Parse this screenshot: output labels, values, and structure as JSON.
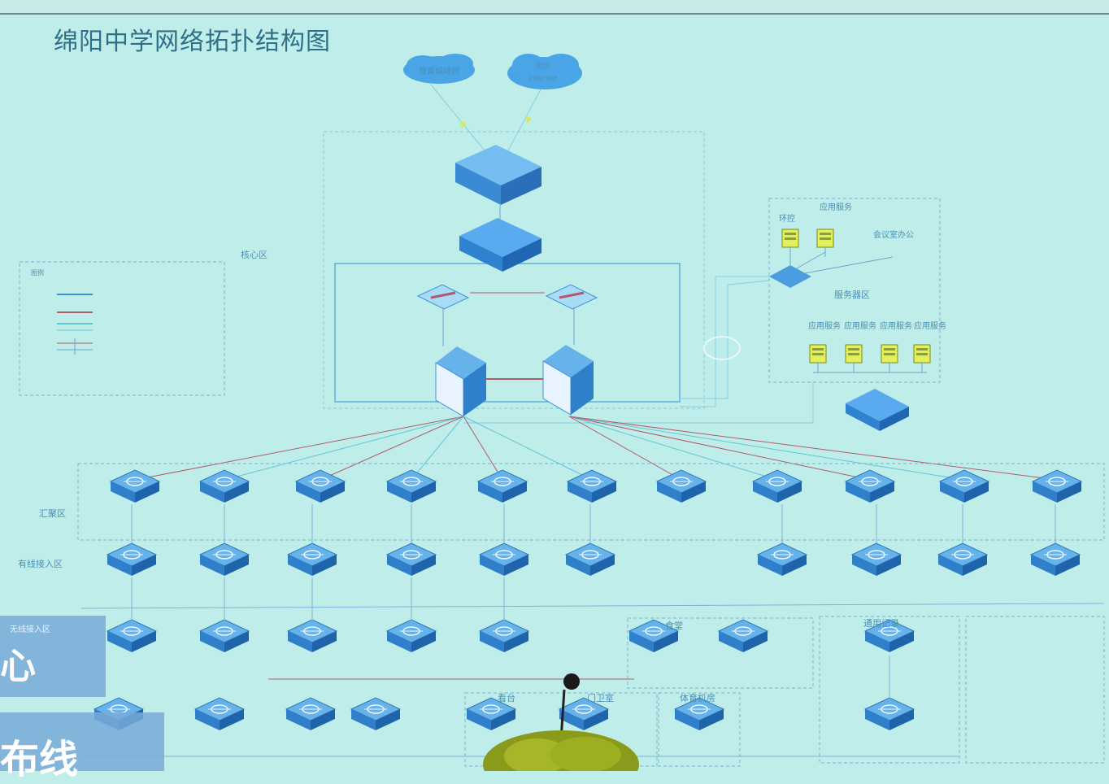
{
  "title": "绵阳中学网络拓扑结构图",
  "clouds": [
    {
      "label": "教育城域网"
    },
    {
      "label": "电信",
      "sub": "Internet"
    }
  ],
  "zones": {
    "core": "核心区",
    "aggregation": "汇聚区",
    "wired_access": "有线接入区",
    "wireless_access": "无线接入区",
    "server": "服务器区",
    "legend": "图例"
  },
  "server_labels": [
    "环控",
    "应用服务",
    "会议室办公",
    "应用服务",
    "应用服务",
    "应用服务",
    "应用服务"
  ],
  "sub_areas": [
    "食堂",
    "通用记录",
    "看台",
    "门卫室",
    "体育机房"
  ],
  "overlay": {
    "left_top_small": "无线接入区",
    "left_top_big": "心",
    "left_bottom_big": "布线"
  },
  "colors": {
    "background": "#bfeeea",
    "device": "#3c92d8",
    "link_red": "#b25a6a",
    "link_teal": "#5fc6d6",
    "dashed": "#7ab4d6"
  }
}
